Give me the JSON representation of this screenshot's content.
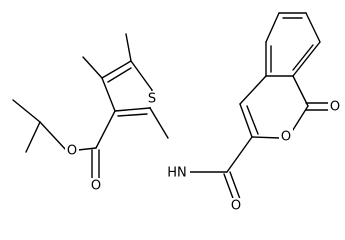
{
  "atom_labels": {
    "thiophene_sulfur": "S",
    "ester_ring_oxygen": "O",
    "ester_carbonyl_oxygen": "O",
    "amide_nitrogen": "HN",
    "amide_carbonyl_oxygen": "O",
    "lactone_ring_oxygen": "O",
    "lactone_carbonyl_oxygen": "O"
  },
  "colors": {
    "bond": "#000000",
    "background": "#ffffff"
  }
}
